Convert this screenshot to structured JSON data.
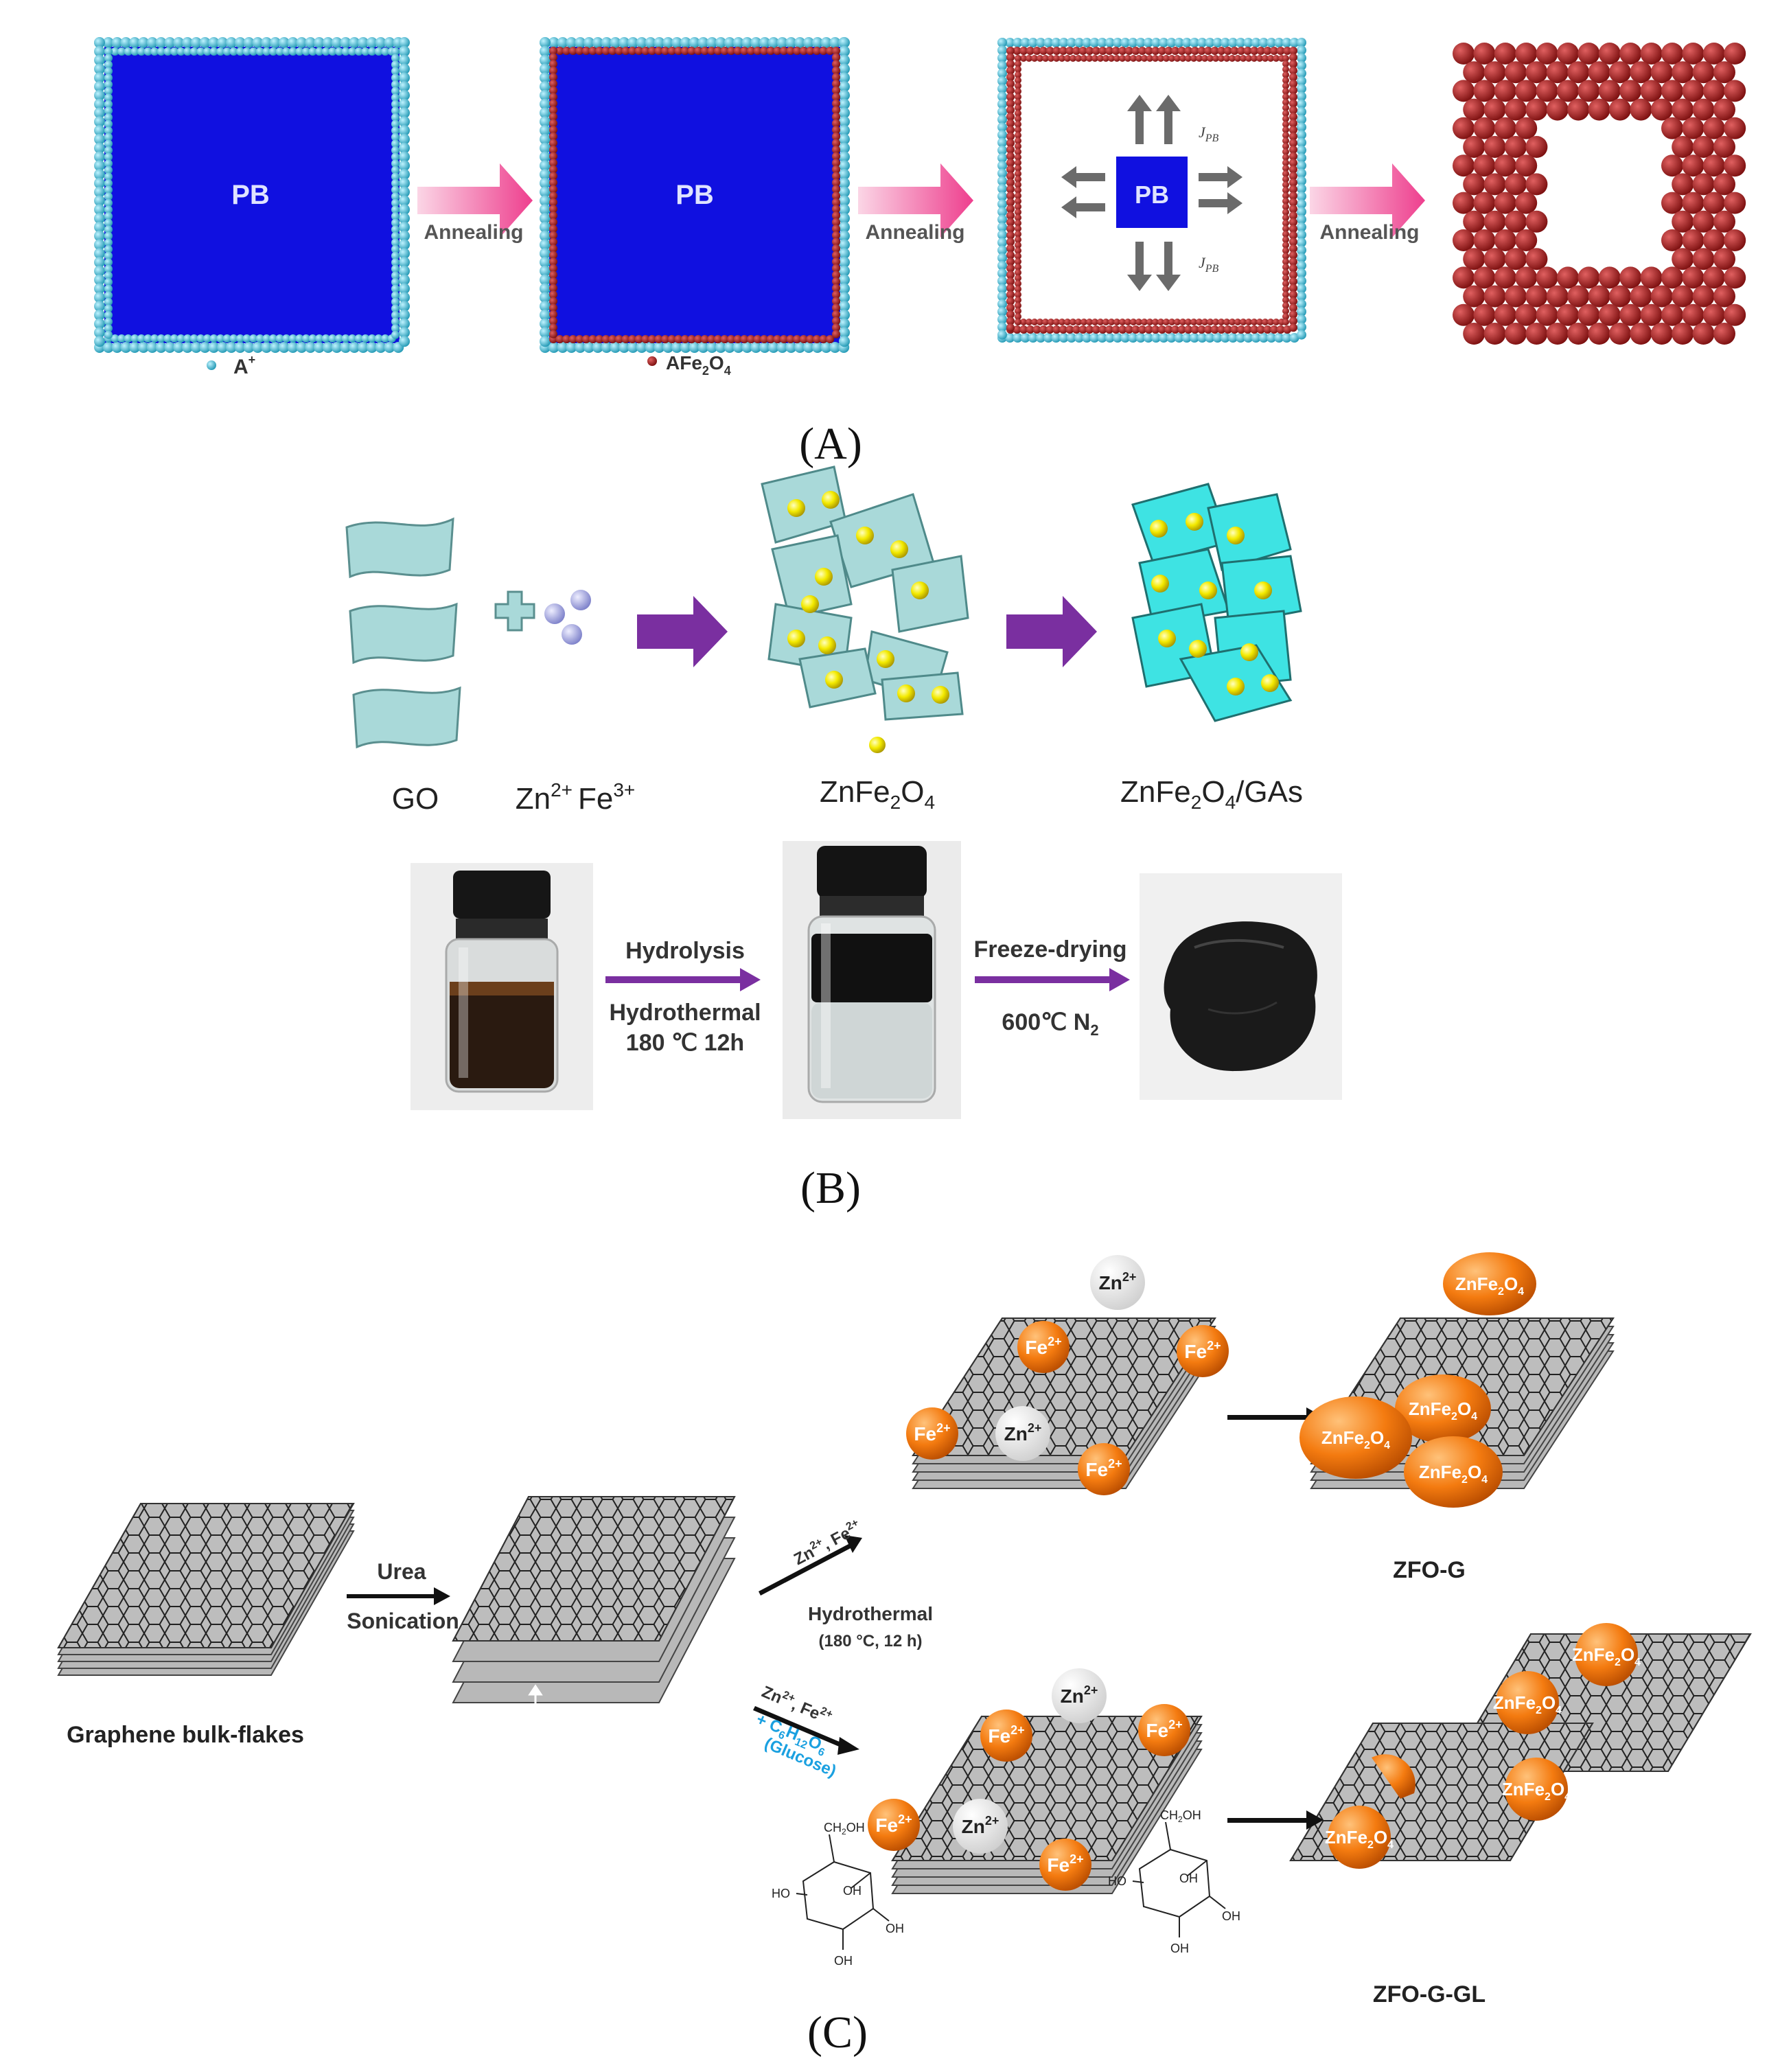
{
  "panelA": {
    "caption": "(A)",
    "core_label": "PB",
    "arrow_label": "Annealing",
    "flux_label": "J",
    "flux_sub": "PB",
    "legend_a_plus": "A",
    "legend_a_plus_sup": "+",
    "legend_afe": "AFe",
    "legend_afe_sub1": "2",
    "legend_afe_o": "O",
    "legend_afe_sub2": "4"
  },
  "panelB": {
    "caption": "(B)",
    "go_label": "GO",
    "ions_zn": "Zn",
    "ions_zn_sup": "2+",
    "ions_fe": "Fe",
    "ions_fe_sup": "3+",
    "zfo_prefix": "ZnFe",
    "zfo_sub1": "2",
    "zfo_o": "O",
    "zfo_sub2": "4",
    "ga_suffix": "/GAs",
    "hydrolysis": "Hydrolysis",
    "hydrothermal": "Hydrothermal",
    "cond1": "180 ℃ 12h",
    "freeze": "Freeze-drying",
    "cond2_pre": "600℃ N",
    "cond2_sub": "2"
  },
  "panelC": {
    "caption": "(C)",
    "bulk_label": "Graphene bulk-flakes",
    "urea": "Urea",
    "sonication": "Sonication",
    "ions_top_a": "Zn",
    "ions_top_a_sup": "2+",
    "ions_top_b": ", Fe",
    "ions_top_b_sup": "2+",
    "hydrothermal": "Hydrothermal",
    "conditions": "(180 °C, 12 h)",
    "glucose_formula_pre": "+ C",
    "glucose_formula_s1": "6",
    "glucose_formula_h": "H",
    "glucose_formula_s2": "12",
    "glucose_formula_o": "O",
    "glucose_formula_s3": "6",
    "glucose_name": "(Glucose)",
    "zn_ion": "Zn",
    "zn_sup": "2+",
    "fe_ion": "Fe",
    "fe_sup": "2+",
    "zfo": "ZnFe",
    "zfo_s1": "2",
    "zfo_o": "O",
    "zfo_s2": "4",
    "zfo_g": "ZFO-G",
    "zfo_g_gl": "ZFO-G-GL",
    "ch2oh": "CH",
    "ch2oh_sub": "2",
    "ch2oh_oh": "OH",
    "oh": "OH",
    "ho": "HO"
  },
  "colors": {
    "cyan_bead": "#3fb8cf",
    "pb_blue": "#1010e0",
    "maroon": "#9b1b1b",
    "pink_arrow": "#f0569a",
    "sheet_fill": "#a9d9d9",
    "sheet_bright": "#3ee3e3",
    "yellow_np": "#f2e600",
    "purple_arrow": "#7a2fa0",
    "orange_np": "#f07a10",
    "glucose_blue": "#1aa0e0"
  }
}
